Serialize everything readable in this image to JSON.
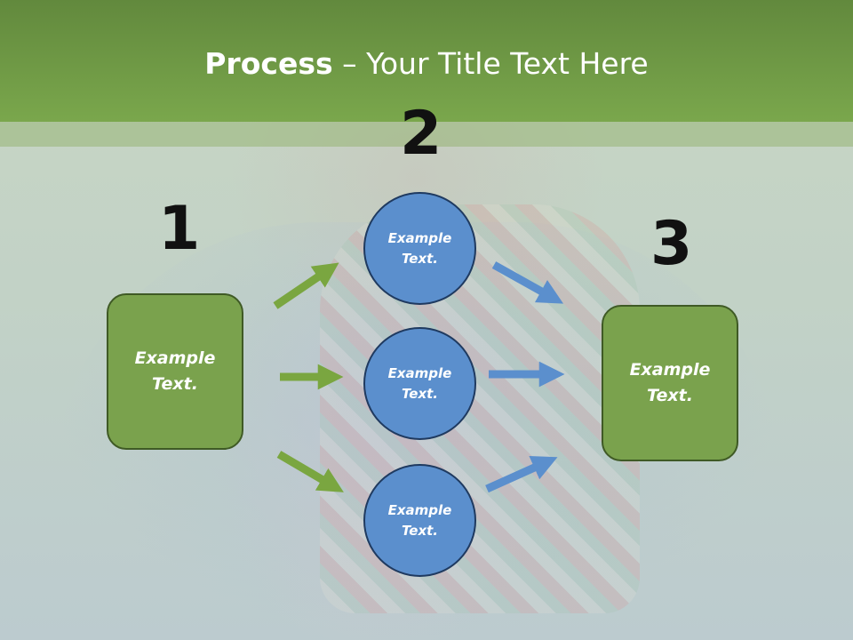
{
  "title": {
    "bold": "Process",
    "rest": " – Your Title Text Here"
  },
  "numbers": [
    "1",
    "2",
    "3"
  ],
  "left_box": {
    "label": "Example\nText."
  },
  "circles": [
    {
      "label": "Example\nText."
    },
    {
      "label": "Example\nText."
    },
    {
      "label": "Example\nText."
    }
  ],
  "right_box": {
    "label": "Example\nText."
  },
  "colors": {
    "header": "#76a34a",
    "box": "#7aa24d",
    "circle": "#5b8fcd",
    "green_arrow": "#7aa640",
    "blue_arrow": "#5b8fcd"
  }
}
